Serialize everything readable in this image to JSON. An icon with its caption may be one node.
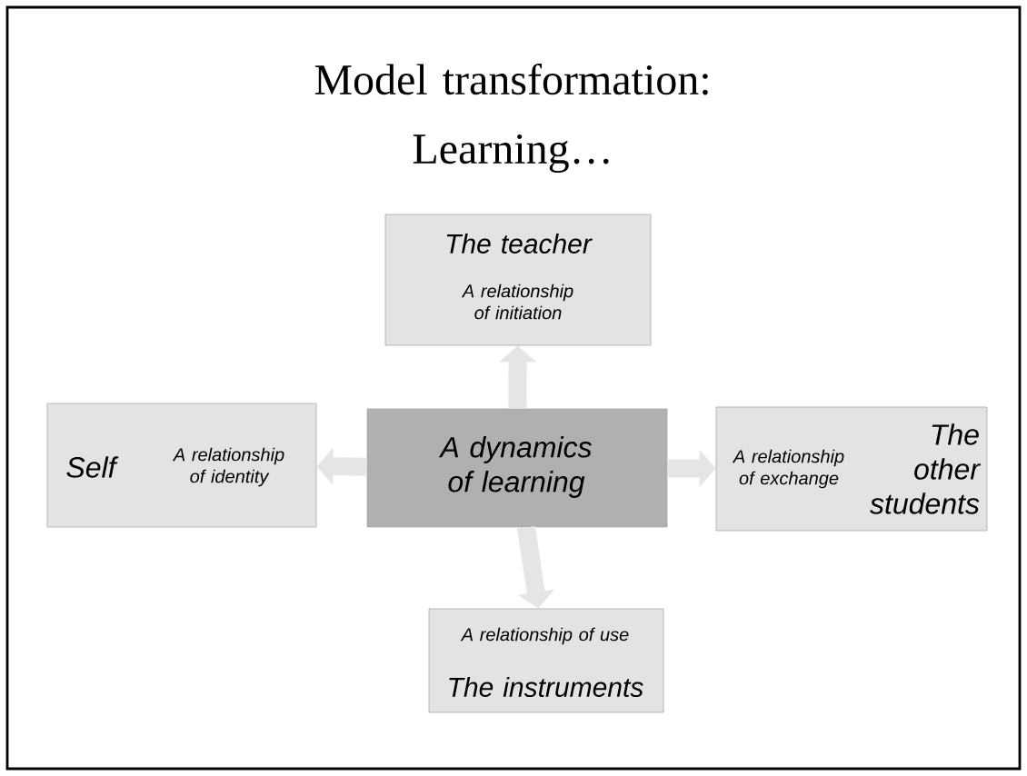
{
  "diagram": {
    "title": "Model transformation: Learning…",
    "nodes": [
      {
        "text": [
          "The teacher",
          "A relationship of initiation"
        ]
      },
      {
        "text": [
          "A dynamics of learning"
        ]
      },
      {
        "text": [
          "Self",
          "A relationship of identity"
        ]
      },
      {
        "text": [
          "A relationship of exchange",
          "The other students"
        ]
      },
      {
        "text": [
          "A relationship of use",
          "The instruments"
        ]
      }
    ],
    "edges": [
      {
        "from": 1,
        "to": 0,
        "arrow": "to"
      },
      {
        "from": 1,
        "to": 2,
        "arrow": "to"
      },
      {
        "from": 1,
        "to": 3,
        "arrow": "to"
      },
      {
        "from": 1,
        "to": 4,
        "arrow": "to"
      }
    ]
  }
}
